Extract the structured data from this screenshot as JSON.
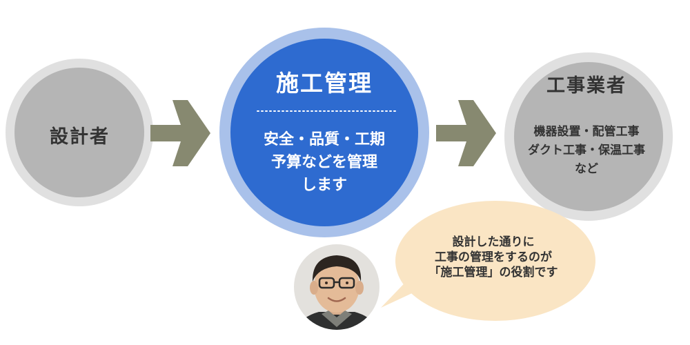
{
  "nodes": {
    "designer": {
      "label": "設計者"
    },
    "construction_management": {
      "title": "施工管理",
      "description_lines": [
        "安全・品質・工期",
        "予算などを管理",
        "します"
      ]
    },
    "contractor": {
      "title": "工事業者",
      "description_lines": [
        "機器設置・配管工事",
        "ダクト工事・保温工事",
        "など"
      ]
    }
  },
  "speech_bubble": {
    "lines": [
      "設計した通りに",
      "工事の管理をするのが",
      "「施工管理」の役割です"
    ]
  },
  "colors": {
    "gray_circle": "#b5b5b5",
    "gray_ring": "#e0e0e0",
    "blue_circle": "#2e6bd0",
    "blue_ring": "#a9c1ea",
    "arrow": "#878970",
    "bubble": "#fae5c4",
    "text_dark": "#333333",
    "text_light": "#ffffff"
  }
}
